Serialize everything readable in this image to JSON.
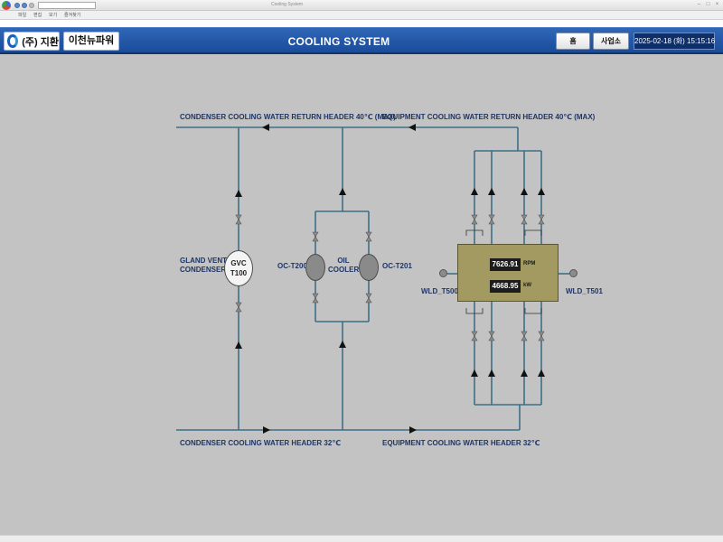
{
  "browser": {
    "window_title": "Cooling System",
    "menu": [
      "파일",
      "편집",
      "보기",
      "즐겨찾기"
    ]
  },
  "header": {
    "company": "(주) 지환",
    "site": "이천뉴파워",
    "title": "COOLING SYSTEM",
    "home_button": "홈",
    "site_button": "사업소",
    "datetime": "2025-02-18 (화) 15:15:16"
  },
  "labels": {
    "condenser_return": "CONDENSER COOLING WATER RETURN HEADER 40℃ (MAX)",
    "equipment_return": "EQUIPMENT COOLING WATER RETURN HEADER  40℃ (MAX)",
    "condenser_supply": "CONDENSER COOLING WATER HEADER 32℃",
    "equipment_supply": "EQUIPMENT COOLING WATER HEADER 32℃",
    "gland_vent_line1": "GLAND VENT",
    "gland_vent_line2": "CONDENSER",
    "gvc_line1": "GVC",
    "gvc_line2": "T100",
    "oc_t200": "OC-T200",
    "oc_t201": "OC-T201",
    "oil_cooler_line1": "OIL",
    "oil_cooler_line2": "COOLER",
    "wld_t500": "WLD_T500",
    "wld_t501": "WLD_T501"
  },
  "turbine": {
    "speed_value": "7626.91",
    "speed_unit": "RPM",
    "power_value": "4668.95",
    "power_unit": "kW"
  },
  "colors": {
    "header_blue": "#1a4c99",
    "pipe": "#3d6f86",
    "label_navy": "#1e3565",
    "turbine_body": "#a39a62"
  }
}
